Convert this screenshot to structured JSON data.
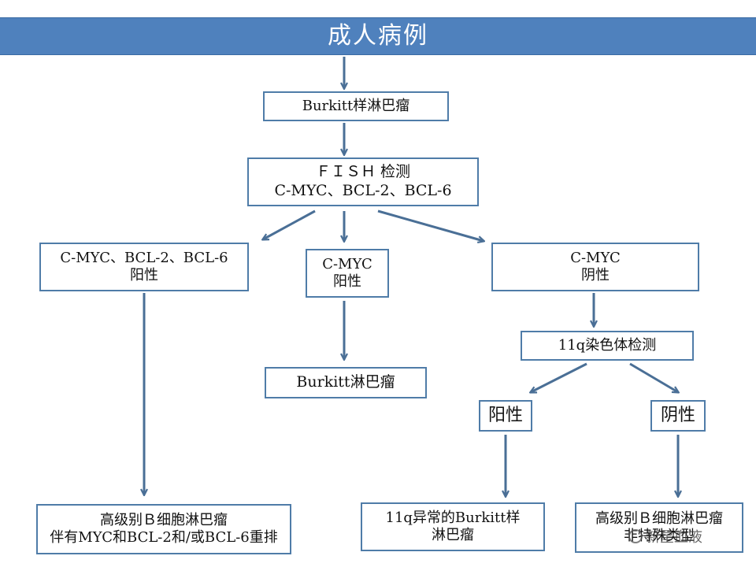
{
  "header": {
    "title": "成人病例"
  },
  "nodes": {
    "burkitt_like": "Burkitt样淋巴瘤",
    "fish_line1": "ＦＩＳＨ 检测",
    "fish_line2": "C-MYC、BCL-2、BCL-6",
    "triple_line1": "C-MYC、BCL-2、BCL-6",
    "triple_line2": "阳性",
    "cmyc_pos_line1": "C-MYC",
    "cmyc_pos_line2": "阳性",
    "cmyc_neg_line1": "C-MYC",
    "cmyc_neg_line2": "阴性",
    "burkitt": "Burkitt淋巴瘤",
    "chr11q": "11q染色体检测",
    "positive": "阳性",
    "negative": "阴性",
    "hgbl_line1": "高级别Ｂ细胞淋巴瘤",
    "hgbl_line2": "伴有MYC和BCL-2和/或BCL-6重排",
    "burkitt11q_line1": "11q异常的Burkitt样",
    "burkitt11q_line2": "淋巴瘤",
    "hgbl_nos_line1": "高级别Ｂ细胞淋巴瘤",
    "hgbl_nos_line2": "非特殊类型"
  },
  "watermark": {
    "text": "新星血液",
    "icon": "wechat-icon"
  },
  "colors": {
    "header": "#4f81bd",
    "box_border": "#4f7ca8",
    "arrow": "#4a6f96"
  }
}
